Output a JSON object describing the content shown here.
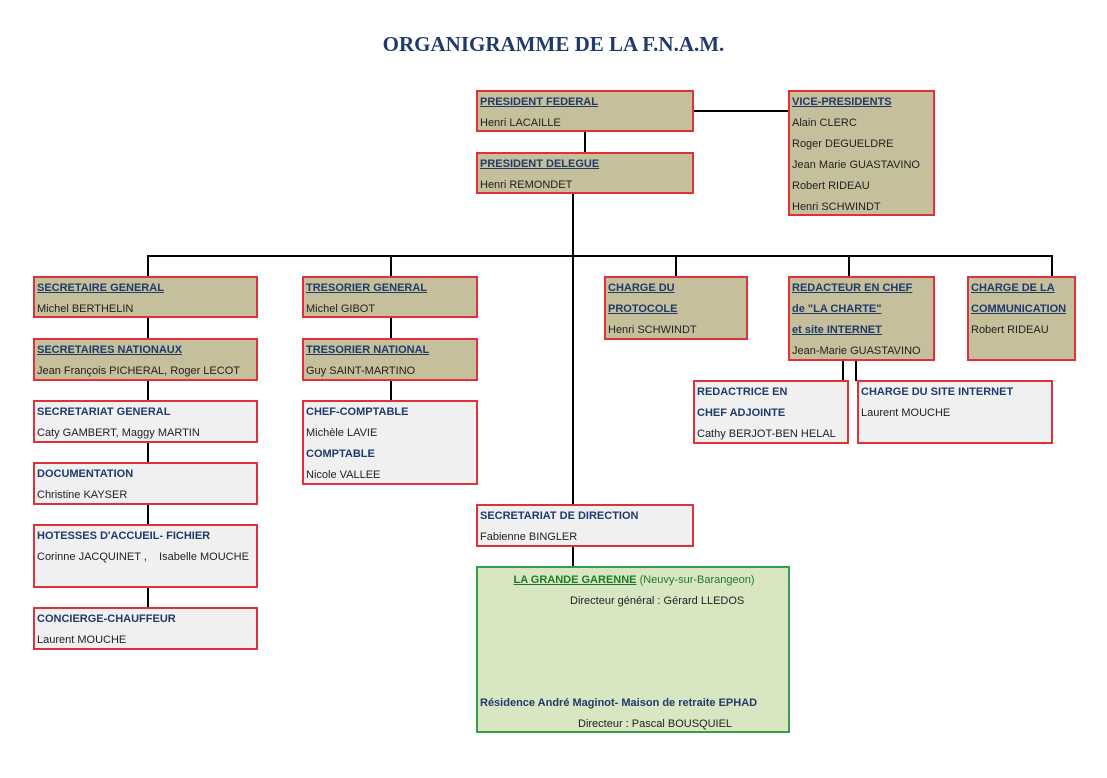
{
  "title": "ORGANIGRAMME DE LA F.N.A.M.",
  "president": {
    "role": "PRESIDENT FEDERAL",
    "name": "Henri LACAILLE"
  },
  "delegue": {
    "role": "PRESIDENT DELEGUE",
    "name": "Henri REMONDET"
  },
  "vice": {
    "role": "VICE-PRESIDENTS",
    "names": [
      "Alain CLERC",
      "Roger DEGUELDRE",
      "Jean Marie GUASTAVINO",
      "Robert RIDEAU",
      "Henri SCHWINDT"
    ]
  },
  "sec_gen": {
    "role": "SECRETAIRE GENERAL",
    "name": "Michel BERTHELIN"
  },
  "sec_nat": {
    "role": "SECRETAIRES NATIONAUX",
    "name": "Jean François PICHERAL, Roger LECOT"
  },
  "secretariat": {
    "role": "SECRETARIAT GENERAL",
    "name": "Caty GAMBERT, Maggy MARTIN"
  },
  "documentation": {
    "role": "DOCUMENTATION",
    "name": "Christine KAYSER"
  },
  "hotesses": {
    "role": "HOTESSES D'ACCUEIL- FICHIER",
    "name": "Corinne JACQUINET ,    Isabelle MOUCHE"
  },
  "concierge": {
    "role": "CONCIERGE-CHAUFFEUR",
    "name": "Laurent MOUCHE"
  },
  "tres_gen": {
    "role": "TRESORIER GENERAL",
    "name": "Michel GIBOT"
  },
  "tres_nat": {
    "role": "TRESORIER NATIONAL",
    "name": "Guy SAINT-MARTINO"
  },
  "comptable": {
    "role1": "CHEF-COMPTABLE",
    "name1": "Michèle LAVIE",
    "role2": "COMPTABLE",
    "name2": "Nicole VALLEE"
  },
  "protocole": {
    "role1": "CHARGE DU",
    "role2": "PROTOCOLE",
    "name": "Henri SCHWINDT"
  },
  "redacteur": {
    "role1": "REDACTEUR EN CHEF",
    "role2": "de \"LA CHARTE\"",
    "role3": "et site INTERNET",
    "name": "Jean-Marie GUASTAVINO"
  },
  "communication": {
    "role1": "CHARGE DE LA",
    "role2": "COMMUNICATION",
    "name": "Robert RIDEAU"
  },
  "redactrice": {
    "role1": "REDACTRICE EN",
    "role2": "CHEF ADJOINTE",
    "name": "Cathy BERJOT-BEN HELAL"
  },
  "site": {
    "role": "CHARGE DU SITE INTERNET",
    "name": "Laurent MOUCHE"
  },
  "sec_dir": {
    "role": "SECRETARIAT DE DIRECTION",
    "name": "Fabienne BINGLER"
  },
  "garenne": {
    "name": "LA GRANDE GARENNE",
    "location": "(Neuvy-sur-Barangeon)",
    "director": "Directeur général : Gérard LLEDOS",
    "residence": "Résidence André Maginot- Maison de retraite EPHAD",
    "residence_director": "Directeur : Pascal BOUSQUIEL"
  }
}
